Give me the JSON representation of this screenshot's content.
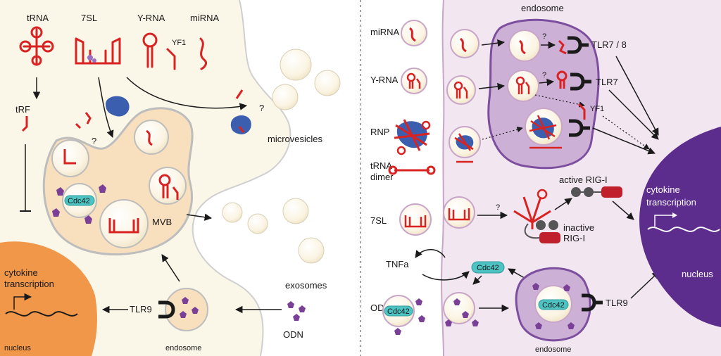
{
  "colors": {
    "left_bg": "#fbf7e8",
    "right_bg": "#f0e4ef",
    "rna_red": "#d92323",
    "mvb_fill": "#f8dfbd",
    "vesicle_fill": "#fbf4e3",
    "nucleus_left": "#f0974a",
    "nucleus_right": "#5c2d8c",
    "endosome_purple": "#cdb0d6",
    "cdc42": "#4dc3c3",
    "tlr_black": "#1a1a1a",
    "odn_purple": "#7a3f96",
    "protein_blue": "#3b5fae"
  },
  "left": {
    "rna_types": [
      "tRNA",
      "7SL",
      "Y-RNA",
      "miRNA"
    ],
    "yf1_label": "YF1",
    "trf_label": "tRF",
    "question_mark": "?",
    "mvb_label": "MVB",
    "cdc42_label": "Cdc42",
    "microvesicles_label": "microvesicles",
    "exosomes_label": "exosomes",
    "odn_label": "ODN",
    "tlr9_label": "TLR9",
    "endosome_label": "endosome",
    "cytokine_line1": "cytokine",
    "cytokine_line2": "transcription",
    "nucleus_label": "nucleus"
  },
  "right": {
    "endosome_top_label": "endosome",
    "rows": [
      "miRNA",
      "Y-RNA",
      "RNP",
      "tRNA",
      "dimer",
      "7SL",
      "ODN"
    ],
    "tlr78_label": "TLR7 / 8",
    "tlr7_label": "TLR7",
    "yf1_label": "YF1",
    "question_mark": "?",
    "active_rig_label": "active RIG-I",
    "inactive_rig_line1": "inactive",
    "inactive_rig_line2": "RIG-I",
    "tnfa_label": "TNFa",
    "cdc42_label": "Cdc42",
    "tlr9_label": "TLR9",
    "endosome_bottom_label": "endosome",
    "cytokine_line1": "cytokine",
    "cytokine_line2": "transcription",
    "nucleus_label": "nucleus"
  }
}
